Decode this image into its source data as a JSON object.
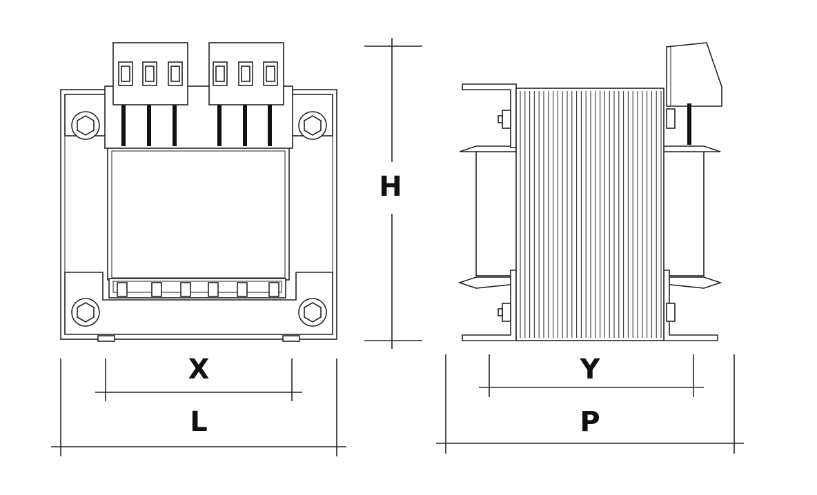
{
  "labels": {
    "width_overall": "L",
    "mount_width": "X",
    "height": "H",
    "depth_overall": "P",
    "mount_depth": "Y"
  },
  "colors": {
    "line": "#222222",
    "background": "#ffffff"
  }
}
